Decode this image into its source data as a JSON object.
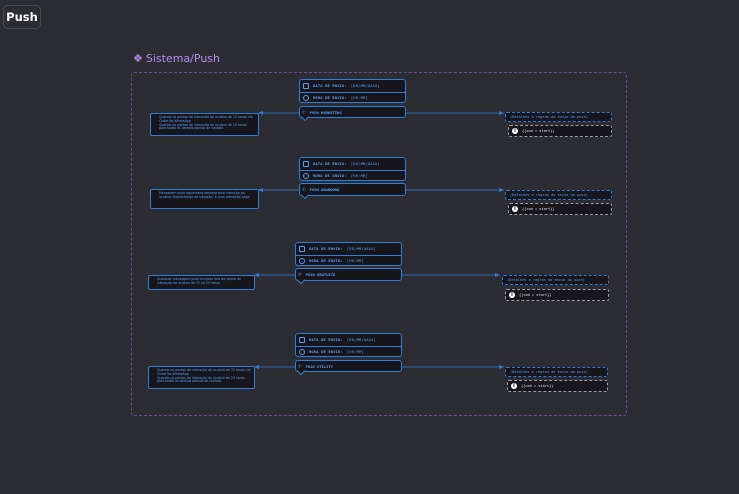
{
  "page": {
    "button_label": "Push"
  },
  "section": {
    "title": "Sistema/Push",
    "icon": "component-icon"
  },
  "blocks": [
    {
      "date_label": "DATA DE ENVIO:",
      "date_value": "[DD/MM/AAAA]",
      "time_label": "HORA DE ENVIO:",
      "time_value": "[HH:MM]",
      "push_label": "PUSH MARKETING",
      "notes": [
        "Quando os pontos de interação do usuário de 72 horas via Clube No WhatsApp",
        "Quando os pontos de interação do usuário de 24 horas para todos os demais pontos de contato"
      ],
      "rule": "(Detalhes e regras de envio do push)",
      "code": "{{cod = start}}"
    },
    {
      "date_label": "DATA DE ENVIO:",
      "date_value": "[DD/MM/AAAA]",
      "time_label": "HORA DE ENVIO:",
      "time_value": "[HH:MM]",
      "push_label": "PUSH ABANDONO",
      "notes": [
        "Mensagem push aguardada deixada pela intenção do usuário. Dependendo da situação, é uma interação paga"
      ],
      "rule": "(Detalhes e regras de envio do push)",
      "code": "{{cod = start}}"
    },
    {
      "date_label": "DATA DE ENVIO:",
      "date_value": "[DD/MM/AAAA]",
      "time_label": "HORA DE ENVIO:",
      "time_value": "[HH:MM]",
      "push_label": "PUSH GRATUITO",
      "notes": [
        "Qualquer mensagem push enviada fora da janela de interação do usuário de 72 ou 24 horas"
      ],
      "rule": "(Detalhes e regras de envio do push)",
      "code": "{{cod = start}}"
    },
    {
      "date_label": "DATA DE ENVIO:",
      "date_value": "[DD/MM/AAAA]",
      "time_label": "HORA DE ENVIO:",
      "time_value": "[HH:MM]",
      "push_label": "PUSH UTILITY",
      "notes": [
        "Quando os pontos de interação do usuário de 72 horas via Clube No WhatsApp",
        "Quando os pontos de interação do usuário de 24 horas para todos os demais pontos de contato"
      ],
      "rule": "(Detalhes e regras de envio do push)",
      "code": "{{cod = start}}"
    }
  ],
  "colors": {
    "accent": "#2f7fd6",
    "section": "#b58ef0",
    "background": "#2c2c33",
    "card": "#16161c"
  }
}
